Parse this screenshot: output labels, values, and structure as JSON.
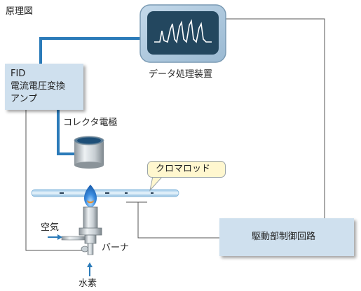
{
  "title": "原理図",
  "amplifier": {
    "line1": "FID",
    "line2": "電流電圧変換",
    "line3": "アンプ"
  },
  "data_processor": {
    "label": "データ処理装置"
  },
  "collector": {
    "label": "コレクタ電極"
  },
  "chromarod": {
    "label": "クロマロッド"
  },
  "drive_circuit": {
    "label": "駆動部制御回路"
  },
  "burner": {
    "label": "バーナ",
    "air_label": "空気",
    "hydrogen_label": "水素"
  },
  "colors": {
    "box_fill": "#cfe0ee",
    "signal_blue": "#2b7bb9",
    "screen_dark": "#23475f",
    "wave": "#ffffff",
    "flame_blue": "#2f7fd0",
    "flame_orange": "#f08a1c",
    "callout_fill": "#fff7cf"
  },
  "icons": [
    "monitor-icon",
    "waveform-icon",
    "collector-electrode-icon",
    "flame-icon",
    "burner-icon",
    "arrow-right-icon",
    "arrow-up-icon"
  ]
}
